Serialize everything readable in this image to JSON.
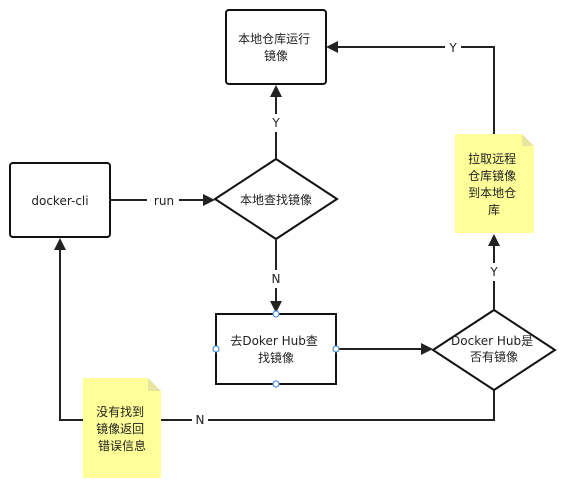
{
  "nodes": {
    "docker_cli": {
      "lines": [
        "docker-cli"
      ]
    },
    "local_search": {
      "lines": [
        "本地查找镜像"
      ]
    },
    "local_run": {
      "lines": [
        "本地仓库运行",
        "镜像"
      ]
    },
    "hub_search": {
      "lines": [
        "去Doker Hub查",
        "找镜像"
      ]
    },
    "hub_has": {
      "lines": [
        "Docker Hub是",
        "否有镜像"
      ]
    }
  },
  "notes": {
    "pull": {
      "lines": [
        "拉取远程",
        "仓库镜像",
        "到本地仓",
        "库"
      ]
    },
    "not_found": {
      "lines": [
        "没有找到",
        "镜像返回",
        "错误信息"
      ]
    }
  },
  "edges": {
    "run": "run",
    "local_yes": "Y",
    "local_no": "N",
    "hub_yes": "Y",
    "pull_yes": "Y",
    "hub_no": "N"
  },
  "colors": {
    "note_fill": "#ffff99",
    "stroke": "#111111",
    "port": "#4a90e2"
  }
}
